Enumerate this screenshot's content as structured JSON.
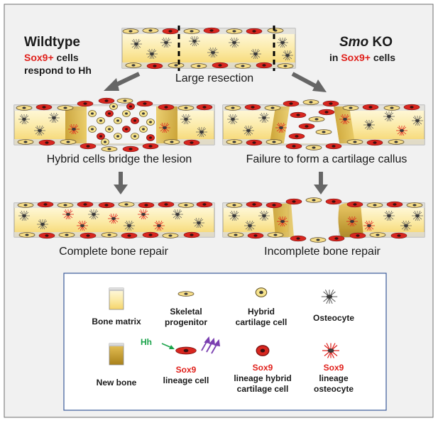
{
  "panels": {
    "left_title": "Wildtype",
    "left_subtitle_red": "Sox9+",
    "left_subtitle_rest_1": " cells",
    "left_subtitle_line2": "respond to Hh",
    "right_title_italic": "Smo",
    "right_title_rest": " KO",
    "right_subtitle_pre": "in ",
    "right_subtitle_red": "Sox9+",
    "right_subtitle_post": " cells"
  },
  "steps": {
    "top": "Large resection",
    "left_middle": "Hybrid cells bridge the lesion",
    "right_middle": "Failure to form a cartilage callus",
    "left_bottom": "Complete bone repair",
    "right_bottom": "Incomplete bone repair"
  },
  "legend": {
    "bone_matrix": "Bone matrix",
    "new_bone": "New bone",
    "skeletal_progenitor_1": "Skeletal",
    "skeletal_progenitor_2": "progenitor",
    "hybrid_cartilage_1": "Hybrid",
    "hybrid_cartilage_2": "cartilage cell",
    "osteocyte": "Osteocyte",
    "hh": "Hh",
    "sox9_lineage_1": "Sox9",
    "sox9_lineage_2": "lineage cell",
    "sox9_hybrid_1": "Sox9",
    "sox9_hybrid_2": "lineage hybrid",
    "sox9_hybrid_3": "cartilage cell",
    "sox9_osteocyte_1": "Sox9",
    "sox9_osteocyte_2": "lineage",
    "sox9_osteocyte_3": "osteocyte"
  },
  "colors": {
    "bone_light": "#fdf6d2",
    "bone_mid": "#f7dd7e",
    "new_bone_dark": "#b8901c",
    "sox9_red": "#d8261f",
    "outline": "#8a8a8a",
    "legend_border": "#3a5a9a",
    "arrow_gray": "#666666",
    "hh_green": "#1aa34a",
    "signal_purple": "#7a3fb0"
  }
}
